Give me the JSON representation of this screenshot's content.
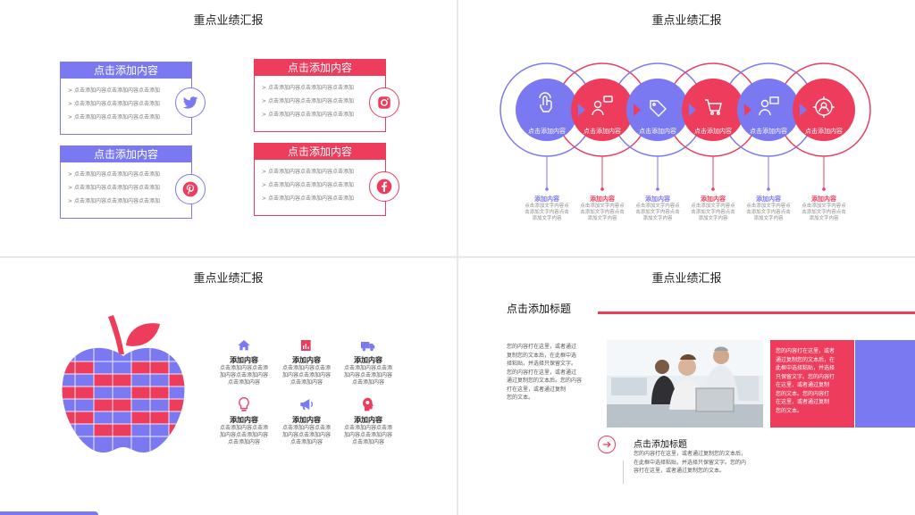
{
  "slide_title": "重点业绩汇报",
  "slide1": {
    "cards": [
      {
        "header": "点击添加内容",
        "lines": [
          "点击添加内容点击添加内容点击添加",
          "点击添加内容点击添加内容点击添加",
          "点击添加内容点击添加内容点击添加"
        ],
        "icon": "twitter-icon"
      },
      {
        "header": "点击添加内容",
        "lines": [
          "点击添加内容点击添加内容点击添加",
          "点击添加内容点击添加内容点击添加",
          "点击添加内容点击添加内容点击添加"
        ],
        "icon": "instagram-icon"
      },
      {
        "header": "点击添加内容",
        "lines": [
          "点击添加内容点击添加内容点击添加",
          "点击添加内容点击添加内容点击添加",
          "点击添加内容点击添加内容点击添加"
        ],
        "icon": "pinterest-icon"
      },
      {
        "header": "点击添加内容",
        "lines": [
          "点击添加内容点击添加内容点击添加",
          "点击添加内容点击添加内容点击添加",
          "点击添加内容点击添加内容点击添加"
        ],
        "icon": "facebook-icon"
      }
    ]
  },
  "slide2": {
    "steps": [
      {
        "circle_label": "点击添加内容",
        "caption": "添加内容",
        "desc": [
          "点击添加文字内容点",
          "击添加文字内容点击",
          "添加文字内容"
        ],
        "icon": "touch-icon"
      },
      {
        "circle_label": "点击添加内容",
        "caption": "添加内容",
        "desc": [
          "点击添加文字内容点",
          "击添加文字内容点击",
          "添加文字内容"
        ],
        "icon": "user-chat-icon"
      },
      {
        "circle_label": "点击添加内容",
        "caption": "添加内容",
        "desc": [
          "点击添加文字内容点",
          "击添加文字内容点击",
          "添加文字内容"
        ],
        "icon": "price-tag-icon"
      },
      {
        "circle_label": "点击添加内容",
        "caption": "添加内容",
        "desc": [
          "点击添加文字内容点",
          "击添加文字内容点击",
          "添加文字内容"
        ],
        "icon": "shopping-cart-icon"
      },
      {
        "circle_label": "点击添加内容",
        "caption": "添加内容",
        "desc": [
          "点击添加文字内容点",
          "击添加文字内容点击",
          "添加文字内容"
        ],
        "icon": "user-presentation-icon"
      },
      {
        "circle_label": "点击添加内容",
        "caption": "添加内容",
        "desc": [
          "点击添加文字内容点",
          "击添加文字内容点击",
          "添加文字内容"
        ],
        "icon": "target-user-icon"
      }
    ]
  },
  "slide3": {
    "features": [
      {
        "title": "添加内容",
        "desc": [
          "点击添加内容点击添",
          "加内容点击添加内容",
          "点击添加内容"
        ],
        "icon": "home-icon"
      },
      {
        "title": "添加内容",
        "desc": [
          "点击添加内容点击添",
          "加内容点击添加内容",
          "点击添加内容"
        ],
        "icon": "document-chart-icon"
      },
      {
        "title": "添加内容",
        "desc": [
          "点击添加内容点击添",
          "加内容点击添加内容",
          "点击添加内容"
        ],
        "icon": "truck-icon"
      },
      {
        "title": "添加内容",
        "desc": [
          "点击添加内容点击添",
          "加内容点击添加内容",
          "点击添加内容"
        ],
        "icon": "lightbulb-icon"
      },
      {
        "title": "添加内容",
        "desc": [
          "点击添加内容点击添",
          "加内容点击添加内容",
          "点击添加内容"
        ],
        "icon": "megaphone-icon"
      },
      {
        "title": "添加内容",
        "desc": [
          "点击添加内容点击添",
          "加内容点击添加内容",
          "点击添加内容"
        ],
        "icon": "brain-icon"
      }
    ]
  },
  "slide4": {
    "heading": "点击添加标题",
    "left_text": [
      "您的内容打在这里，或者通过",
      "复制您的文本后，在此框中选",
      "择粘贴，并选择只保留文字。",
      "您的内容打在这里，或者通过",
      "通过复制您的文本后。您的内容",
      "打在这里，或者通过复制",
      "您的文本。"
    ],
    "red_box_text": [
      "您的内容打在这里，或者",
      "通过复制您的文本后，在",
      "此框中选择粘贴，并选择",
      "只保留文字。您的内容打",
      "在这里，或者通过复制",
      "您的文本。您的内容打",
      "在这里，或者通过复制",
      "您的文本。"
    ],
    "bottom_title": "点击添加标题",
    "bottom_text": [
      "您的内容打在这里，或者通过复制您的文本后，",
      "在此框中选择粘贴，并选择只保留文字。您的内",
      "容打在这里，或者通过复制您的文本。"
    ]
  },
  "colors": {
    "blue": "#7b79f2",
    "red": "#ee3c5d"
  }
}
